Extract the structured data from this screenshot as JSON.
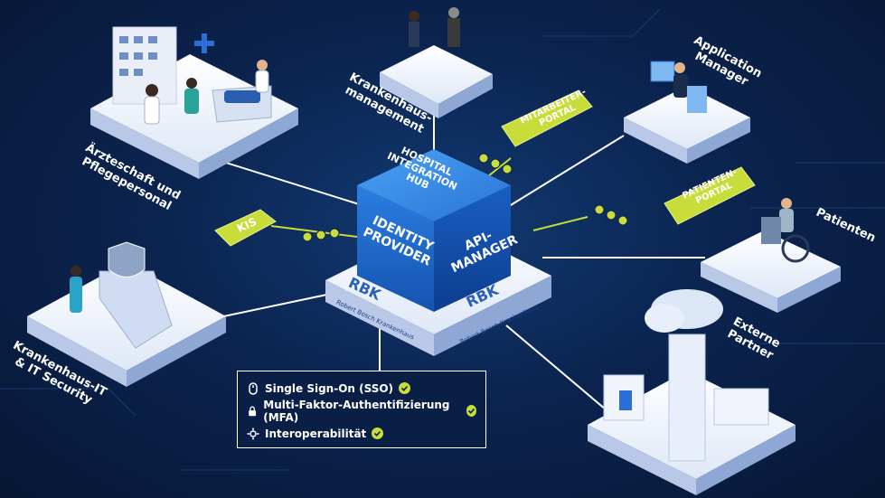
{
  "hub": {
    "top_label": "HOSPITAL\nINTEGRATION\nHUB",
    "left_label": "IDENTITY\nPROVIDER",
    "right_label": "API-\nMANAGER",
    "platform_name": "Robert Bosch Krankenhaus",
    "logo_text": "RBK"
  },
  "stakeholders": {
    "aerzteschaft": "Ärzteschaft und\nPflegepersonal",
    "management": "Krankenhaus-\nmanagement",
    "application_manager": "Application\nManager",
    "patienten": "Patienten",
    "externe_partner": "Externe\nPartner",
    "it_security": "Krankenhaus-IT\n& IT Security"
  },
  "portals": {
    "kis": "KIS",
    "mitarbeiter": "MITARBEITER-\nPORTAL",
    "patienten": "PATIENTEN-\nPORTAL"
  },
  "features": [
    {
      "icon": "mouse-icon",
      "label": "Single Sign-On (SSO)"
    },
    {
      "icon": "lock-icon",
      "label": "Multi-Faktor-Authentifizierung (MFA)"
    },
    {
      "icon": "gear-network-icon",
      "label": "Interoperabilität"
    }
  ],
  "colors": {
    "accent": "#c8dc3a",
    "cube_blue": "#1a63c8",
    "background": "#0b2450"
  }
}
